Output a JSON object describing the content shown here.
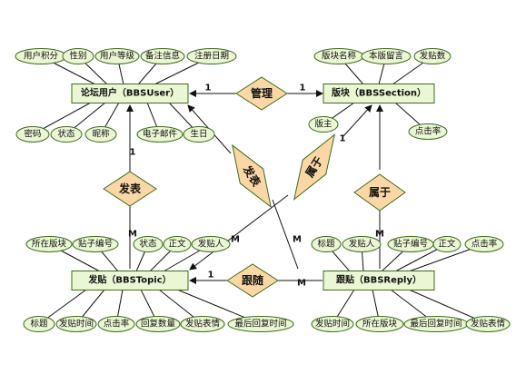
{
  "colors": {
    "entity_fill": "#eaf6d4",
    "entity_stroke": "#3e6b1c",
    "attr_fill": "#eaf6d4",
    "attr_stroke": "#3e6b1c",
    "rel_fill": "#fbd7a6",
    "rel_stroke": "#3e6b1c",
    "line": "#111111"
  },
  "entities": {
    "user": "论坛用户（BBSUser）",
    "section": "版块（BBSSection）",
    "topic": "发贴（BBSTopic）",
    "reply": "跟贴（BBSReply）"
  },
  "relationships": {
    "manage": "管理",
    "publish_user": "发表",
    "publish_diag": "发表",
    "belong_diag": "属于",
    "belong_right": "属于",
    "follow": "跟随"
  },
  "attributes": {
    "user_top": [
      "用户积分",
      "性别",
      "用户等级",
      "备注信息",
      "注册日期"
    ],
    "user_bottom": [
      "密码",
      "状态",
      "昵称",
      "电子邮件",
      "生日"
    ],
    "section_top": [
      "版块名称",
      "本版留言",
      "发贴数"
    ],
    "section_bottom": [
      "版主",
      "点击率"
    ],
    "topic_top": [
      "所在版块",
      "贴子编号",
      "状态",
      "正文",
      "发贴人"
    ],
    "topic_bottom": [
      "标题",
      "发贴时间",
      "点击率",
      "回复数量",
      "发贴表情",
      "最后回复时间"
    ],
    "reply_top": [
      "标题",
      "发贴人",
      "贴子编号",
      "正文",
      "点击率"
    ],
    "reply_bottom": [
      "发贴时间",
      "所在版块",
      "最后回复时间",
      "发贴表情"
    ]
  },
  "cardinalities": {
    "manage_user": "1",
    "manage_section": "1",
    "publish_user": "1",
    "publish_topic": "M",
    "publish_diag_topic": "M",
    "publish_diag_reply": "M",
    "belong_diag_section": "1",
    "belong_right_reply": "M",
    "follow_topic": "1",
    "follow_reply": "M"
  }
}
